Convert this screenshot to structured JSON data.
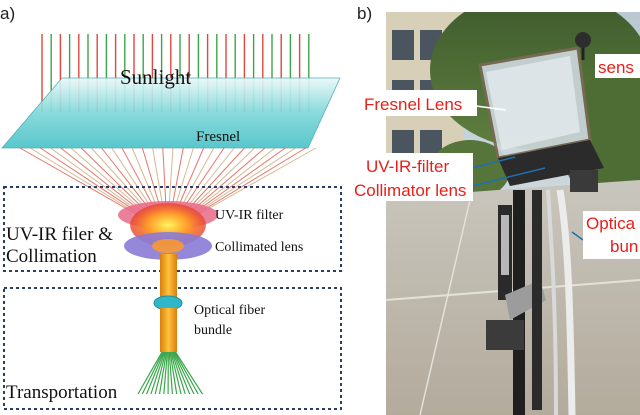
{
  "panel_a": {
    "label": "a)",
    "sunlight": "Sunlight",
    "fresnel": "Fresnel",
    "uvir_filter": "UV-IR filter",
    "collimated_lens": "Collimated lens",
    "section_filter_line1": "UV-IR filer &",
    "section_filter_line2": "Collimation",
    "optical_fiber_line1": "Optical fiber",
    "optical_fiber_line2": "bundle",
    "section_transport": "Transportation"
  },
  "panel_b": {
    "label": "b)",
    "fresnel_lens": "Fresnel Lens",
    "uvir_filter": "UV-IR-filter",
    "collimator_lens": "Collimator lens",
    "sensor_partial": "sens",
    "optical_partial_line1": "Optica",
    "optical_partial_line2": "bun"
  },
  "colors": {
    "annotation_red": "#e8201a",
    "annotation_blue": "#1f6fb3",
    "dashed_box": "#2c3e66",
    "fresnel_plate": "#6fd3d6",
    "ray_red": "#e0473a",
    "ray_green": "#3aa64a",
    "fiber": "#f2a21b",
    "fiber_ring": "#2fb7c8",
    "filter_lens": "#e86a8a",
    "collimated_lens": "#8a7bd6"
  }
}
